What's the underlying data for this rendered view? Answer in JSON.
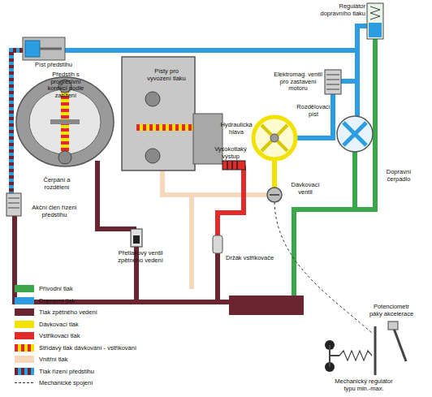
{
  "diagram": {
    "labels": [
      "Regulátor dopravního tlaku",
      "Píst předstihu",
      "Předstih s progresivní korekcí podle zatížení",
      "Písty pro vyvození tlaku",
      "Elektromag. ventil pro zastavení motoru",
      "Rozdělovací píst",
      "Hydraulická hlava",
      "Vysokotlaký výstup",
      "Čerpání a rozdělení",
      "Dávkovací ventil",
      "Dopravní čerpadlo",
      "Akční člen řízení předstihu",
      "Přetlakový ventil zpětného vedení",
      "Držák vstřikovače",
      "Potenciometr páky akcelerace",
      "Mechanický regulátor typu min.-max."
    ],
    "legend": [
      {
        "text": "Přívodní tlak",
        "color": "#3aa84a"
      },
      {
        "text": "Dopravní tlak",
        "color": "#2b9de0"
      },
      {
        "text": "Tlak zpětného vedení",
        "color": "#6b2530"
      },
      {
        "text": "Dávkovací tlak",
        "color": "#f2e200"
      },
      {
        "text": "Vstřikovací tlak",
        "color": "#e12a2a"
      },
      {
        "text": "Střídavý tlak dávkování - vstřikování"
      },
      {
        "text": "Vnitřní tlak",
        "color": "#f6d8bd"
      },
      {
        "text": "Tlak řízení předstihu"
      },
      {
        "text": "Mechanické spojení"
      }
    ]
  }
}
